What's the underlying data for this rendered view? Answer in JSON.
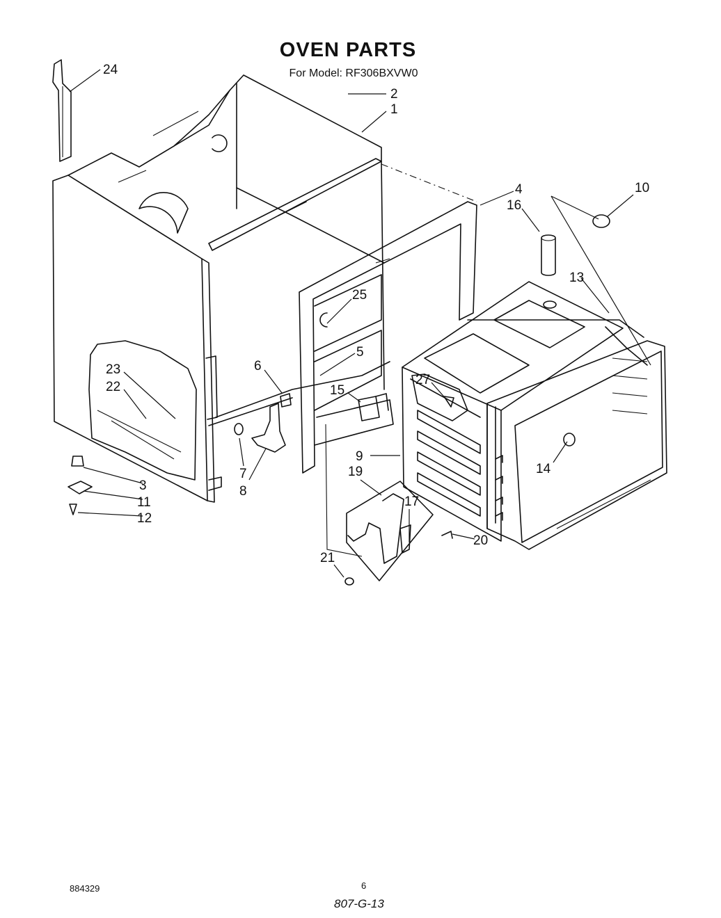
{
  "header": {
    "title": "OVEN PARTS",
    "subtitle": "For Model: RF306BXVW0"
  },
  "footer": {
    "doc_number": "884329",
    "page_number": "6",
    "handwritten_code": "807-G-13"
  },
  "callouts": [
    "24",
    "2",
    "1",
    "4",
    "10",
    "16",
    "13",
    "25",
    "5",
    "6",
    "15",
    "27",
    "23",
    "22",
    "9",
    "19",
    "17",
    "14",
    "3",
    "11",
    "12",
    "7",
    "8",
    "20",
    "21"
  ]
}
